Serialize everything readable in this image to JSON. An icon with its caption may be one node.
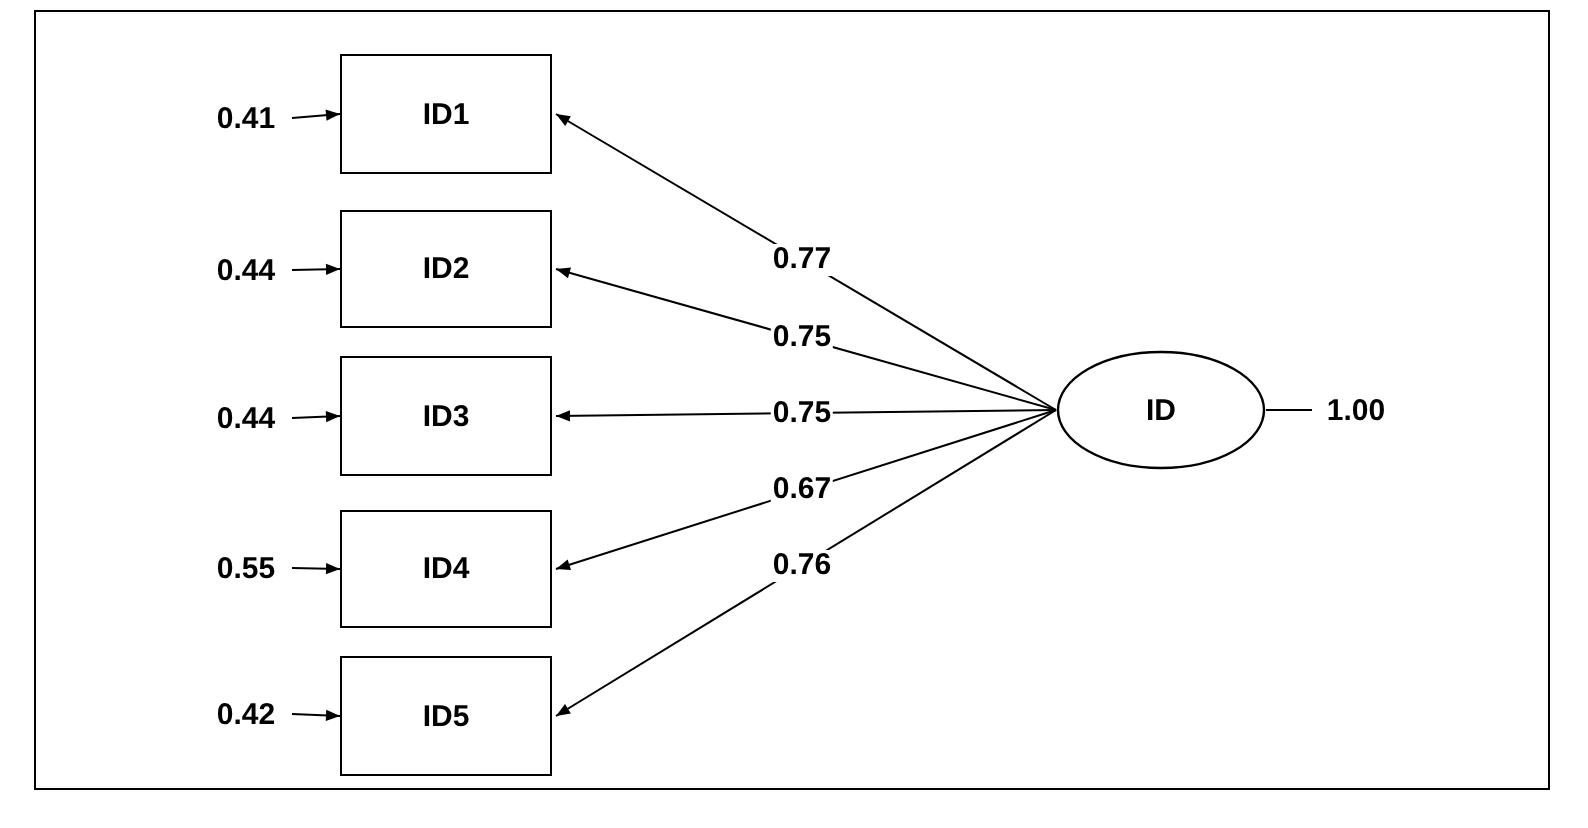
{
  "diagram": {
    "nodes": [
      {
        "text": [
          "ID1"
        ]
      },
      {
        "text": [
          "ID2"
        ]
      },
      {
        "text": [
          "ID3"
        ]
      },
      {
        "text": [
          "ID4"
        ]
      },
      {
        "text": [
          "ID5"
        ]
      },
      {
        "text": [
          "ID"
        ]
      },
      {
        "text": [
          "0.41"
        ]
      },
      {
        "text": [
          "0.44"
        ]
      },
      {
        "text": [
          "0.44"
        ]
      },
      {
        "text": [
          "0.55"
        ]
      },
      {
        "text": [
          "0.42"
        ]
      },
      {
        "text": [
          "1.00"
        ]
      }
    ],
    "edges": [
      {
        "from": 5,
        "to": 0,
        "arrow": "to",
        "label": "0.77"
      },
      {
        "from": 5,
        "to": 1,
        "arrow": "to",
        "label": "0.75"
      },
      {
        "from": 5,
        "to": 2,
        "arrow": "to",
        "label": "0.75"
      },
      {
        "from": 5,
        "to": 3,
        "arrow": "to",
        "label": "0.67"
      },
      {
        "from": 5,
        "to": 4,
        "arrow": "to",
        "label": "0.76"
      },
      {
        "from": 6,
        "to": 0,
        "arrow": "to"
      },
      {
        "from": 7,
        "to": 1,
        "arrow": "to"
      },
      {
        "from": 8,
        "to": 2,
        "arrow": "to"
      },
      {
        "from": 9,
        "to": 3,
        "arrow": "to"
      },
      {
        "from": 10,
        "to": 4,
        "arrow": "to"
      },
      {
        "from": 5,
        "to": 11,
        "arrow": "none"
      }
    ]
  }
}
